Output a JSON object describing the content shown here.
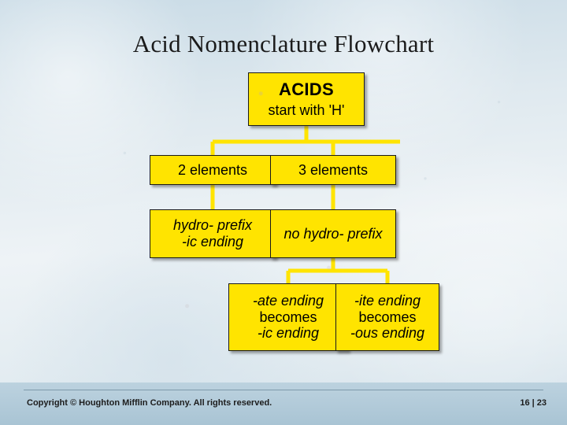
{
  "slide": {
    "title": "Acid Nomenclature Flowchart"
  },
  "diagram": {
    "nodes": {
      "acids": {
        "line1": "ACIDS",
        "line2": "start with 'H'"
      },
      "two_elements": {
        "line1": "2 elements"
      },
      "three_elements": {
        "line1": "3 elements"
      },
      "hydro": {
        "line1": "hydro- prefix",
        "line2": "-ic ending"
      },
      "no_hydro": {
        "line1": "no hydro- prefix"
      },
      "ate": {
        "line1": "-ate ending",
        "line2": "becomes",
        "line3": "-ic ending"
      },
      "ite": {
        "line1": "-ite ending",
        "line2": "becomes",
        "line3": "-ous ending"
      }
    },
    "colors": {
      "node_fill": "#ffe400",
      "node_border": "#1a1a1a",
      "connector": "#ffe400",
      "background": "#dfe9ef",
      "footer": "#b9d0de"
    }
  },
  "footer": {
    "copyright": "Copyright © Houghton Mifflin Company.  All rights reserved.",
    "page": "16 | 23"
  }
}
